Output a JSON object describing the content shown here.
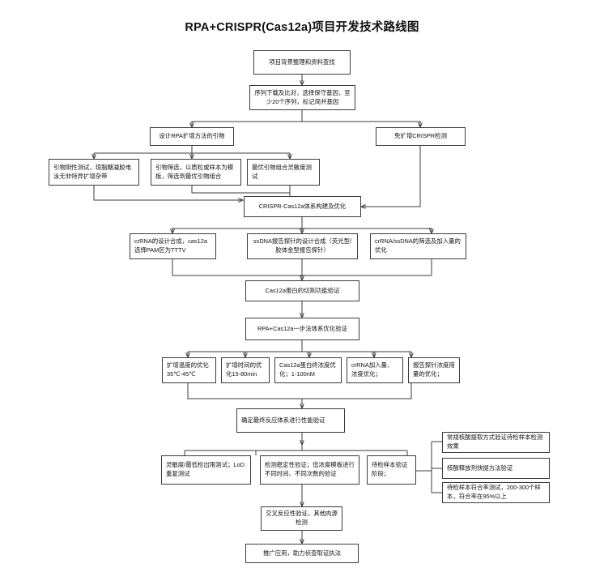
{
  "title": "RPA+CRISPR(Cas12a)项目开发技术路线图",
  "diagram": {
    "type": "flowchart",
    "nodes": [
      {
        "id": "n1",
        "label": "项目背景整理和资料查找"
      },
      {
        "id": "n2",
        "label": "序列下载及比对，选择保守基因，至少20个序列，标记简并基因"
      },
      {
        "id": "n3",
        "label": "设计RPA扩增方法的引物"
      },
      {
        "id": "n4",
        "label": "免扩增CRISPR检测"
      },
      {
        "id": "n5",
        "label": "引物阴性测试，琼脂糖凝胶电泳无非特异扩增杂带"
      },
      {
        "id": "n6",
        "label": "引物筛选，以质粒或样本为模板，筛选到最优引物组合"
      },
      {
        "id": "n7",
        "label": "最优引物组合灵敏度测试"
      },
      {
        "id": "n8",
        "label": "CRISPR-Cas12a体系构建及优化"
      },
      {
        "id": "n9",
        "label": "crRNA的设计合成，cas12a选择PAM区为TTTV"
      },
      {
        "id": "n10",
        "label": "ssDNA报告探针的设计合成（荧光型/胶体金型报告探针）"
      },
      {
        "id": "n11",
        "label": "crRNA/ssDNA的筛选及加入量的优化"
      },
      {
        "id": "n12",
        "label": "Cas12a蛋白的切割功能验证"
      },
      {
        "id": "n13",
        "label": "RPA+Cas12a一步法体系优化验证"
      },
      {
        "id": "n14",
        "label": "扩增温度的优化35℃-45℃"
      },
      {
        "id": "n15",
        "label": "扩增时间的优化15-80min"
      },
      {
        "id": "n16",
        "label": "Cas12a蛋白终浓度优化；1-100nM"
      },
      {
        "id": "n17",
        "label": "crRNA加入量、浓度优化；"
      },
      {
        "id": "n18",
        "label": "报告探针浓度用量的优化；"
      },
      {
        "id": "n19",
        "label": "确定最终反应体系进行性能验证"
      },
      {
        "id": "n20",
        "label": "灵敏度/最低检出限测试；LoD重复测试"
      },
      {
        "id": "n21",
        "label": "检测稳定性验证；低浓度模板进行不同时间、不同次数的验证"
      },
      {
        "id": "n22",
        "label": "待检样本验证阶段；"
      },
      {
        "id": "n23",
        "label": "常规核酸提取方式验证待检样本检测效果"
      },
      {
        "id": "n24",
        "label": "核酸释放剂快提方法验证"
      },
      {
        "id": "n25",
        "label": "待检样本符合率测试，200-300个样本，符合率在95%以上"
      },
      {
        "id": "n26",
        "label": "交叉反应性验证，其他肉源检测"
      },
      {
        "id": "n27",
        "label": "推广应用，助力侦查取证执法"
      }
    ],
    "colors": {
      "stroke": "#3b3b3b",
      "background": "#ffffff",
      "text": "#111111"
    }
  }
}
